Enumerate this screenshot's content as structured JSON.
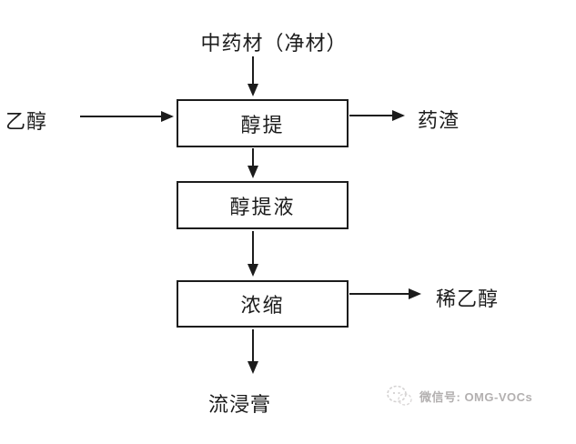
{
  "flowchart": {
    "source_label": "中药材（净材）",
    "boxes": [
      {
        "label": "醇提"
      },
      {
        "label": "醇提液"
      },
      {
        "label": "浓缩"
      }
    ],
    "input_label": "乙醇",
    "output_residue_label": "药渣",
    "output_dilute_label": "稀乙醇",
    "final_label": "流浸膏"
  },
  "watermark": {
    "icon": "wechat-logo",
    "text": "微信号: OMG-VOCs"
  },
  "colors": {
    "line": "#1c1c1c",
    "text": "#1c1c1c",
    "watermark": "#b3b0b0",
    "background": "#ffffff"
  }
}
